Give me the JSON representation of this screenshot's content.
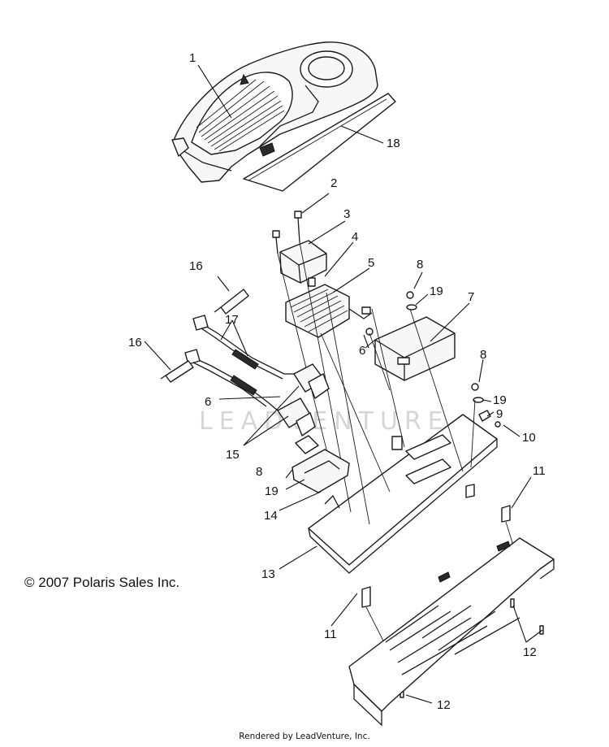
{
  "callouts": [
    {
      "id": "c1",
      "label": "1"
    },
    {
      "id": "c2",
      "label": "2"
    },
    {
      "id": "c3",
      "label": "3"
    },
    {
      "id": "c4",
      "label": "4"
    },
    {
      "id": "c5",
      "label": "5"
    },
    {
      "id": "c6a",
      "label": "6"
    },
    {
      "id": "c6b",
      "label": "6"
    },
    {
      "id": "c7",
      "label": "7"
    },
    {
      "id": "c8a",
      "label": "8"
    },
    {
      "id": "c8b",
      "label": "8"
    },
    {
      "id": "c8c",
      "label": "8"
    },
    {
      "id": "c9",
      "label": "9"
    },
    {
      "id": "c10",
      "label": "10"
    },
    {
      "id": "c11a",
      "label": "11"
    },
    {
      "id": "c11b",
      "label": "11"
    },
    {
      "id": "c12a",
      "label": "12"
    },
    {
      "id": "c12b",
      "label": "12"
    },
    {
      "id": "c13",
      "label": "13"
    },
    {
      "id": "c14",
      "label": "14"
    },
    {
      "id": "c15",
      "label": "15"
    },
    {
      "id": "c16a",
      "label": "16"
    },
    {
      "id": "c16b",
      "label": "16"
    },
    {
      "id": "c17",
      "label": "17"
    },
    {
      "id": "c18",
      "label": "18"
    },
    {
      "id": "c19a",
      "label": "19"
    },
    {
      "id": "c19b",
      "label": "19"
    },
    {
      "id": "c19c",
      "label": "19"
    }
  ],
  "copyright": "© 2007 Polaris Sales Inc.",
  "watermark": "LEADVENTURE",
  "rendered_by": "Rendered by LeadVenture, Inc."
}
